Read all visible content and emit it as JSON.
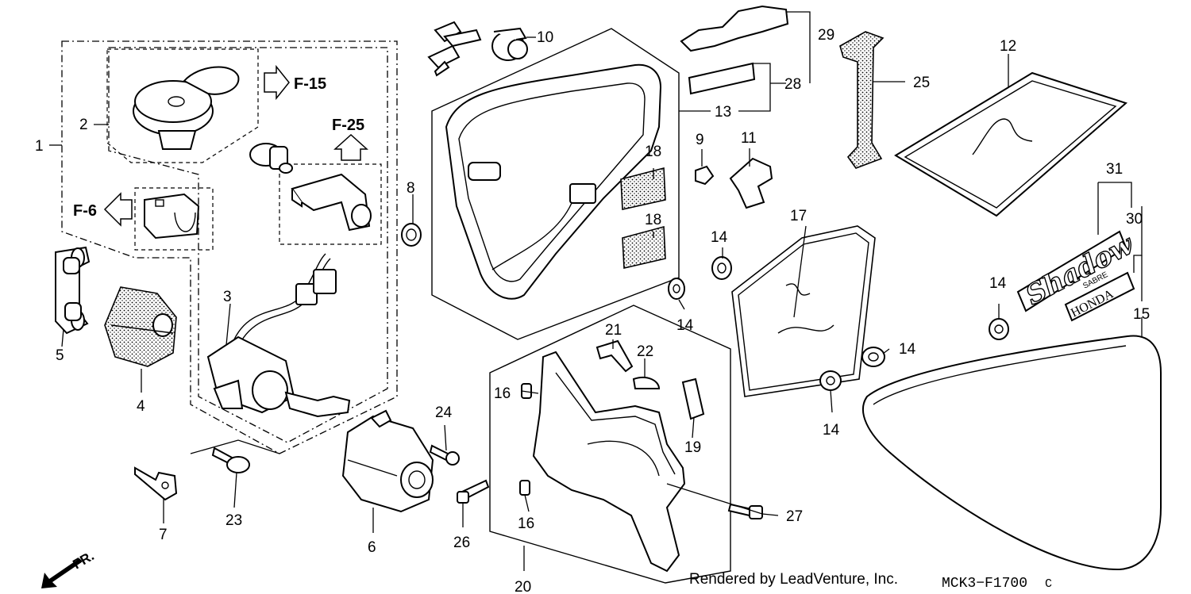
{
  "diagram": {
    "callouts": [
      {
        "id": "c1",
        "text": "1"
      },
      {
        "id": "c2",
        "text": "2"
      },
      {
        "id": "c3",
        "text": "3"
      },
      {
        "id": "c4",
        "text": "4"
      },
      {
        "id": "c5",
        "text": "5"
      },
      {
        "id": "c6",
        "text": "6"
      },
      {
        "id": "c7",
        "text": "7"
      },
      {
        "id": "c8",
        "text": "8"
      },
      {
        "id": "c9",
        "text": "9"
      },
      {
        "id": "c10",
        "text": "10"
      },
      {
        "id": "c11",
        "text": "11"
      },
      {
        "id": "c12",
        "text": "12"
      },
      {
        "id": "c13",
        "text": "13"
      },
      {
        "id": "c14a",
        "text": "14"
      },
      {
        "id": "c14b",
        "text": "14"
      },
      {
        "id": "c14c",
        "text": "14"
      },
      {
        "id": "c14d",
        "text": "14"
      },
      {
        "id": "c14e",
        "text": "14"
      },
      {
        "id": "c15",
        "text": "15"
      },
      {
        "id": "c16a",
        "text": "16"
      },
      {
        "id": "c16b",
        "text": "16"
      },
      {
        "id": "c17",
        "text": "17"
      },
      {
        "id": "c18a",
        "text": "18"
      },
      {
        "id": "c18b",
        "text": "18"
      },
      {
        "id": "c19",
        "text": "19"
      },
      {
        "id": "c20",
        "text": "20"
      },
      {
        "id": "c21",
        "text": "21"
      },
      {
        "id": "c22",
        "text": "22"
      },
      {
        "id": "c23",
        "text": "23"
      },
      {
        "id": "c24",
        "text": "24"
      },
      {
        "id": "c25",
        "text": "25"
      },
      {
        "id": "c26",
        "text": "26"
      },
      {
        "id": "c27",
        "text": "27"
      },
      {
        "id": "c28",
        "text": "28"
      },
      {
        "id": "c29",
        "text": "29"
      },
      {
        "id": "c30",
        "text": "30"
      },
      {
        "id": "c31",
        "text": "31"
      }
    ],
    "references": {
      "f15": "F-15",
      "f25": "F-25",
      "f6": "F-6"
    },
    "front_arrow_label": "FR.",
    "emblem_shadow": "Shadow",
    "emblem_sabre": "SABRE",
    "emblem_honda": "HONDA"
  },
  "footer": {
    "credit": "Rendered by LeadVenture, Inc.",
    "code": "MCK3−F1700",
    "code_suffix": "C"
  }
}
